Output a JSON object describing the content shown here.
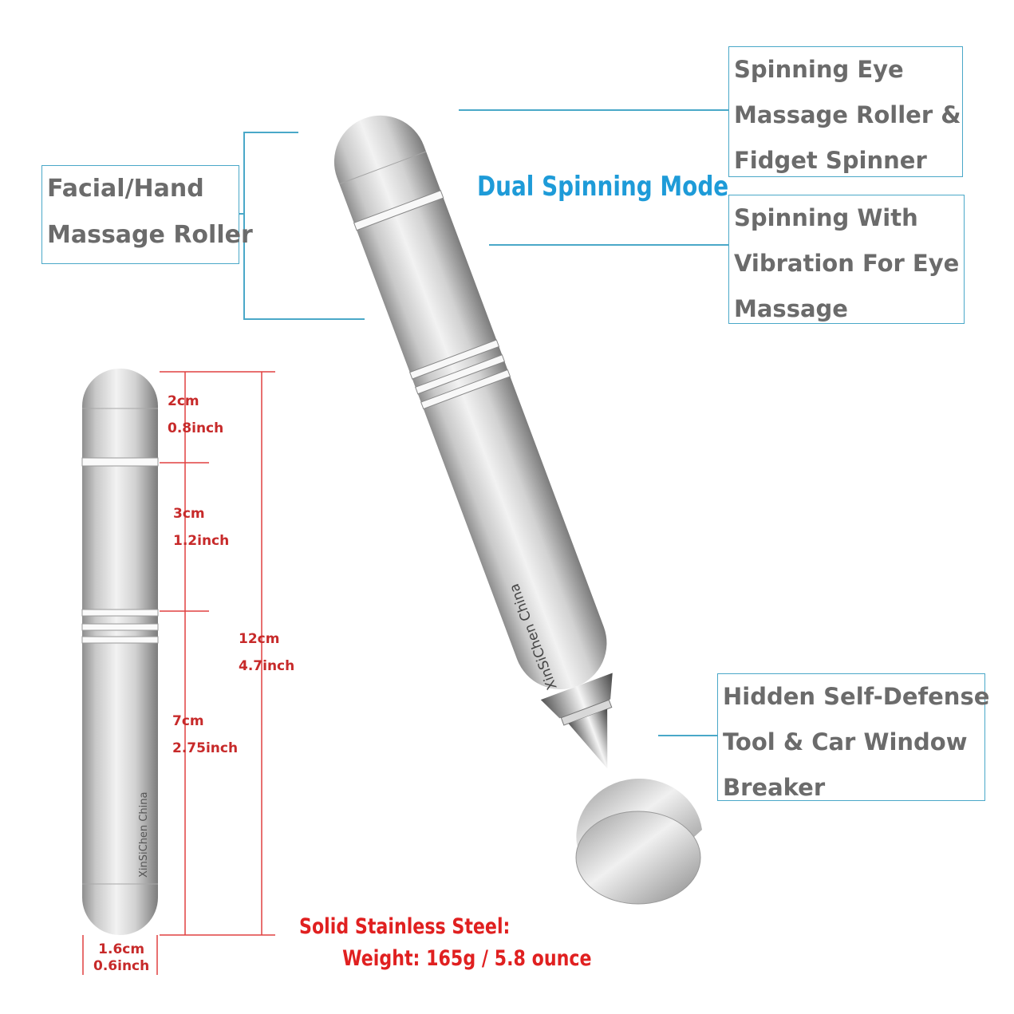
{
  "headline": "Dual Spinning Mode",
  "labels": {
    "facial_hand": [
      "Facial/Hand",
      "Massage Roller"
    ],
    "spinning_eye": [
      "Spinning Eye",
      "Massage Roller &",
      "Fidget Spinner"
    ],
    "vibration": [
      "Spinning With",
      "Vibration For Eye",
      "Massage"
    ],
    "self_defense": [
      "Hidden Self-Defense",
      "Tool & Car Window",
      "Breaker"
    ]
  },
  "brand_engraving": "XinSiChen China",
  "dimensions": {
    "cap": [
      "2cm",
      "0.8inch"
    ],
    "middle": [
      "3cm",
      "1.2inch"
    ],
    "body": [
      "7cm",
      "2.75inch"
    ],
    "total": [
      "12cm",
      "4.7inch"
    ],
    "diameter": [
      "1.6cm",
      "0.6inch"
    ]
  },
  "material": [
    "Solid Stainless Steel:",
    "Weight: 165g / 5.8 ounce"
  ],
  "colors": {
    "accent": "#1e9bd8",
    "line": "#4aa8c8",
    "dimension": "#c72a2a",
    "label_text": "#6b6b6b"
  }
}
